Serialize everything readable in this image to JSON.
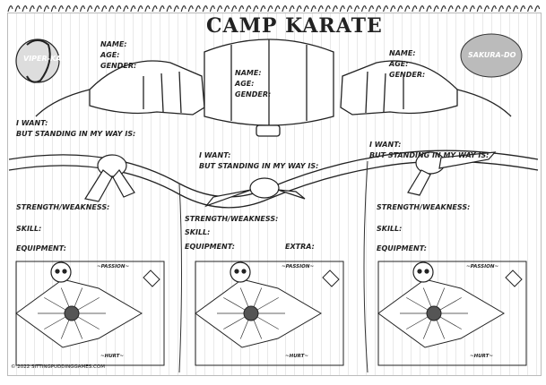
{
  "title": "CAMP KARATE",
  "logo_left": {
    "text": "VIPER-KAI",
    "icon": "snake-icon"
  },
  "logo_right": {
    "text": "SAKURA-DO",
    "icon": "stamp-icon"
  },
  "center_fist": {
    "name": "NAME:",
    "age": "AGE:",
    "gender": "GENDER:"
  },
  "panel_left": {
    "name": "NAME:",
    "age": "AGE:",
    "gender": "GENDER:"
  },
  "panel_right": {
    "name": "NAME:",
    "age": "AGE:",
    "gender": "GENDER:"
  },
  "columns": [
    {
      "want": "I WANT:",
      "obstacle": "BUT STANDING IN MY WAY IS:",
      "strength": "STRENGTH/WEAKNESS:",
      "skill": "SKILL:",
      "equipment": "EQUIPMENT:",
      "extra": "",
      "passion": "~PASSION~",
      "hurt": "~HURT~"
    },
    {
      "want": "I WANT:",
      "obstacle": "BUT STANDING IN MY WAY IS:",
      "strength": "STRENGTH/WEAKNESS:",
      "skill": "SKILL:",
      "equipment": "EQUIPMENT:",
      "extra": "EXTRA:",
      "passion": "~PASSION~",
      "hurt": "~HURT~"
    },
    {
      "want": "I WANT:",
      "obstacle": "BUT STANDING IN MY WAY IS:",
      "strength": "STRENGTH/WEAKNESS:",
      "skill": "SKILL:",
      "equipment": "EQUIPMENT:",
      "extra": "",
      "passion": "~PASSION~",
      "hurt": "~HURT~"
    }
  ],
  "footer": "© 2022 SITTINGPUDDINGGAMES.COM"
}
